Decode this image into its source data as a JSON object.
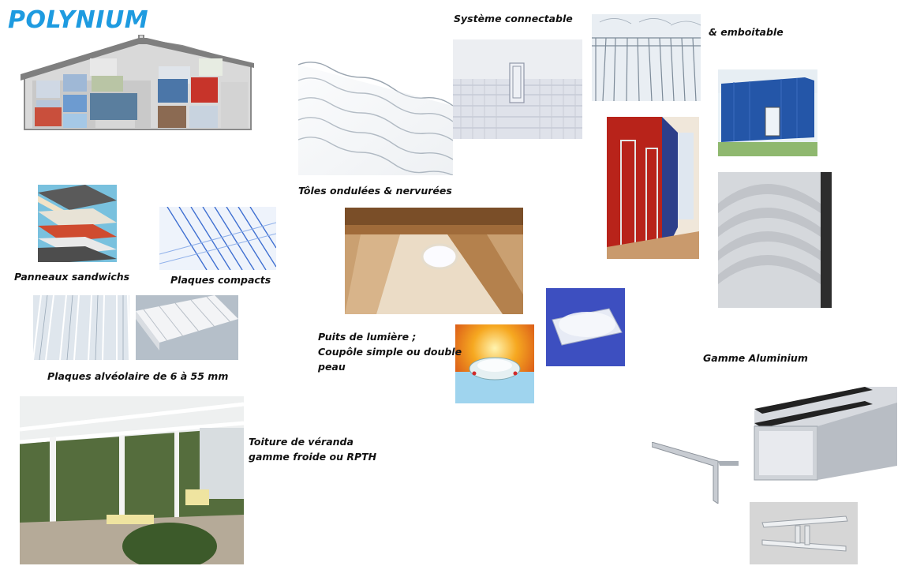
{
  "brand": {
    "name": "POLYNIUM"
  },
  "captions": {
    "systeme": "Système connectable",
    "emboitable": "& emboitable",
    "toles": "Tôles ondulées & nervurées",
    "sandwich": "Panneaux sandwichs",
    "compacts": "Plaques compacts",
    "alveolaire": "Plaques alvéolaire de 6 à 55 mm",
    "puits_1": "Puits de lumière ;",
    "puits_2": "Coupôle simple ou double",
    "puits_3": "peau",
    "aluminium": "Gamme Aluminium",
    "veranda_1": "Toiture de véranda",
    "veranda_2": "gamme froide ou RPTH"
  }
}
